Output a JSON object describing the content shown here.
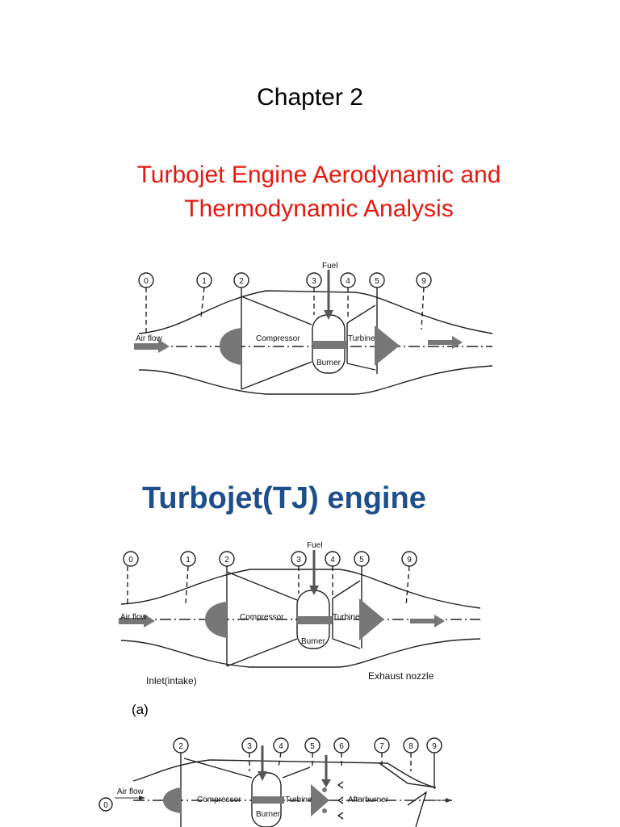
{
  "chapter": "Chapter 2",
  "title_lines": [
    "Turbojet Engine Aerodynamic and",
    "Thermodynamic Analysis"
  ],
  "section_heading": "Turbojet(TJ) engine",
  "colors": {
    "title": "#e8180e",
    "heading": "#1f4e8c"
  },
  "diagram1": {
    "stations": [
      "0",
      "1",
      "2",
      "3",
      "4",
      "5",
      "9"
    ],
    "fuel": "Fuel",
    "airflow": "Air flow",
    "compressor": "Compressor",
    "turbine": "Turbine",
    "burner": "Burner"
  },
  "diagram2": {
    "stations": [
      "0",
      "1",
      "2",
      "3",
      "4",
      "5",
      "9"
    ],
    "fuel": "Fuel",
    "airflow": "Air flow",
    "compressor": "Compressor",
    "turbine": "Turbine",
    "burner": "Burner",
    "inlet": "Inlet(intake)",
    "exhaust": "Exhaust nozzle",
    "caption": "(a)"
  },
  "diagram3": {
    "stations": [
      "2",
      "3",
      "4",
      "5",
      "6",
      "7",
      "8",
      "9"
    ],
    "station0": "0",
    "airflow": "Air flow",
    "compressor": "Compressor",
    "turbine": "Turbine",
    "burner": "Burner",
    "afterburner": "Afterburner"
  }
}
